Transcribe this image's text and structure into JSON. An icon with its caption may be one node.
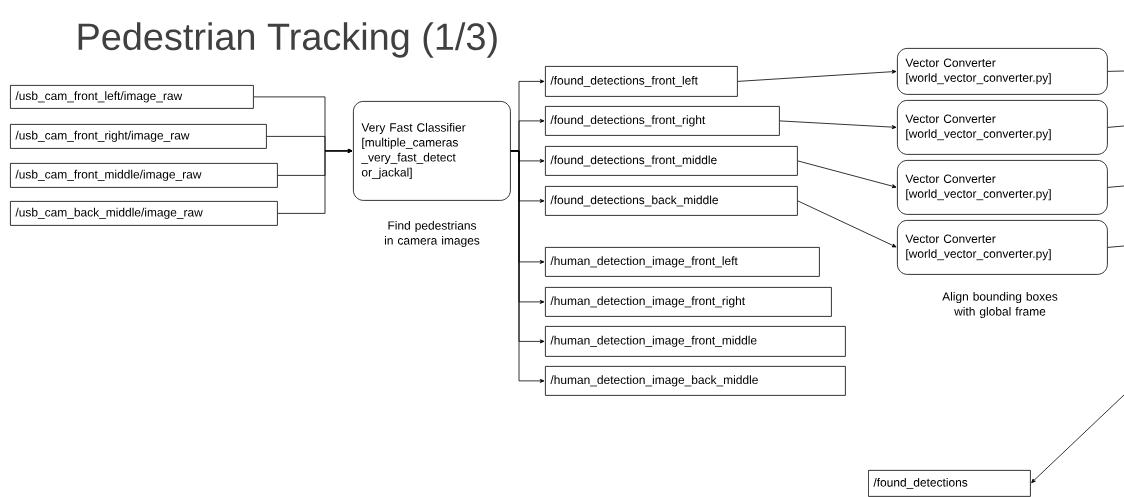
{
  "diagram": {
    "title": "Pedestrian Tracking (1/3)",
    "nodes": [
      {
        "text": [
          "/usb_cam_front_left/image_raw"
        ]
      },
      {
        "text": [
          "/usb_cam_front_right/image_raw"
        ]
      },
      {
        "text": [
          "/usb_cam_front_middle/image_raw"
        ]
      },
      {
        "text": [
          "/usb_cam_back_middle/image_raw"
        ]
      },
      {
        "text": [
          "Very Fast Classifier [multiple_cameras _very_fast_detect or_jackal]"
        ],
        "beside": [
          "Find pedestrians in camera images"
        ]
      },
      {
        "text": [
          "/found_detections_front_left"
        ]
      },
      {
        "text": [
          "/found_detections_front_right"
        ]
      },
      {
        "text": [
          "/found_detections_front_middle"
        ]
      },
      {
        "text": [
          "/found_detections_back_middle"
        ]
      },
      {
        "text": [
          "/human_detection_image_front_left"
        ]
      },
      {
        "text": [
          "/human_detection_image_front_right"
        ]
      },
      {
        "text": [
          "/human_detection_image_front_middle"
        ]
      },
      {
        "text": [
          "/human_detection_image_back_middle"
        ]
      },
      {
        "text": [
          "Vector Converter [world_vector_converter.py]"
        ]
      },
      {
        "text": [
          "Vector Converter [world_vector_converter.py]"
        ]
      },
      {
        "text": [
          "Vector Converter [world_vector_converter.py]"
        ]
      },
      {
        "text": [
          "Vector Converter [world_vector_converter.py]"
        ],
        "beside": [
          "Align bounding boxes with global frame"
        ]
      },
      {
        "text": [
          "/found_detections"
        ]
      }
    ],
    "edges": [
      {
        "from": 0,
        "to": 4,
        "arrow": "to"
      },
      {
        "from": 1,
        "to": 4,
        "arrow": "to"
      },
      {
        "from": 2,
        "to": 4,
        "arrow": "to"
      },
      {
        "from": 3,
        "to": 4,
        "arrow": "to"
      },
      {
        "from": 4,
        "to": 5,
        "arrow": "to"
      },
      {
        "from": 4,
        "to": 6,
        "arrow": "to"
      },
      {
        "from": 4,
        "to": 7,
        "arrow": "to"
      },
      {
        "from": 4,
        "to": 8,
        "arrow": "to"
      },
      {
        "from": 4,
        "to": 9,
        "arrow": "to"
      },
      {
        "from": 4,
        "to": 10,
        "arrow": "to"
      },
      {
        "from": 4,
        "to": 11,
        "arrow": "to"
      },
      {
        "from": 4,
        "to": 12,
        "arrow": "to"
      },
      {
        "from": 5,
        "to": 13,
        "arrow": "to"
      },
      {
        "from": 6,
        "to": 14,
        "arrow": "to"
      },
      {
        "from": 7,
        "to": 15,
        "arrow": "to"
      },
      {
        "from": 8,
        "to": 16,
        "arrow": "to"
      },
      {
        "from": 13,
        "to": null,
        "arrow": "none"
      },
      {
        "from": 14,
        "to": null,
        "arrow": "none"
      },
      {
        "from": 15,
        "to": null,
        "arrow": "none"
      },
      {
        "from": 16,
        "to": null,
        "arrow": "none"
      },
      {
        "from": null,
        "to": 17,
        "arrow": "to"
      }
    ]
  }
}
